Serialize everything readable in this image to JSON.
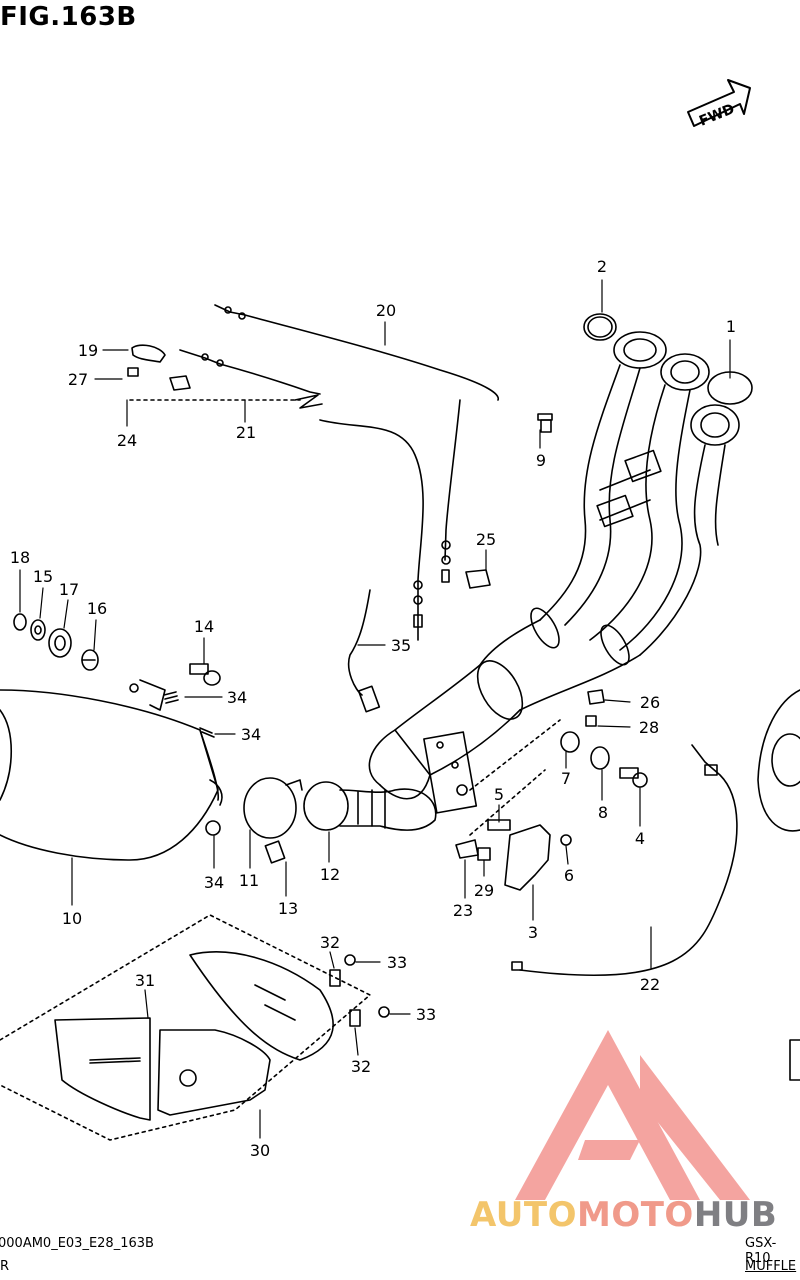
{
  "figure": {
    "title": "FIG.163B"
  },
  "fwd_label": "FWD",
  "callouts": {
    "c1": "1",
    "c2": "2",
    "c3": "3",
    "c4": "4",
    "c5": "5",
    "c6": "6",
    "c7": "7",
    "c8": "8",
    "c9": "9",
    "c10": "10",
    "c11": "11",
    "c12": "12",
    "c13": "13",
    "c14": "14",
    "c15": "15",
    "c16": "16",
    "c17": "17",
    "c18": "18",
    "c19": "19",
    "c20": "20",
    "c21": "21",
    "c22": "22",
    "c23": "23",
    "c24": "24",
    "c25": "25",
    "c26": "26",
    "c27": "27",
    "c28": "28",
    "c29": "29",
    "c30": "30",
    "c31": "31",
    "c32a": "32",
    "c32b": "32",
    "c33a": "33",
    "c33b": "33",
    "c34a": "34",
    "c34b": "34",
    "c34c": "34",
    "c35": "35"
  },
  "footer": {
    "code": "000AM0_E03_E28_163B",
    "left_caption": "R",
    "model": "GSX-R10",
    "caption": "MUFFLE"
  },
  "watermark": {
    "part1": "AUTO",
    "part2": "MOTO",
    "part3": "HUB",
    "logo_color": "#f07e78"
  }
}
